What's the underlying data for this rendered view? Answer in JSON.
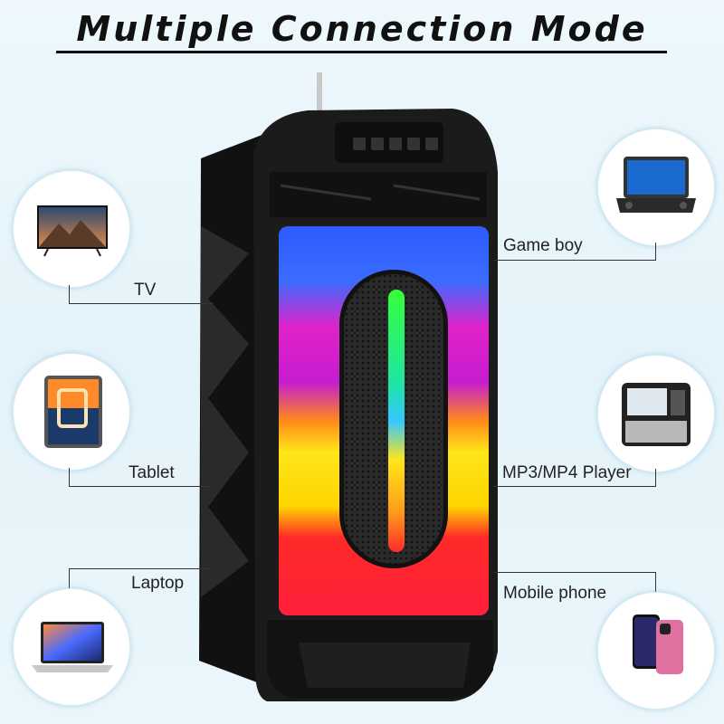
{
  "title": "Multiple Connection Mode",
  "devices": {
    "tv": "TV",
    "tablet": "Tablet",
    "laptop": "Laptop",
    "game_boy": "Game boy",
    "mp3_player": "MP3/MP4 Player",
    "mobile_phone": "Mobile phone"
  },
  "colors": {
    "speaker_body": "#1a1a1a",
    "light_blue": "#2e5bff",
    "light_magenta": "#e022c8",
    "light_yellow": "#ffe61a",
    "light_red": "#ff2a2a",
    "center_bar_green": "#35ff3a"
  },
  "icons": [
    "tv-icon",
    "tablet-icon",
    "laptop-icon",
    "game-console-icon",
    "mp3-player-icon",
    "smartphone-icon"
  ]
}
